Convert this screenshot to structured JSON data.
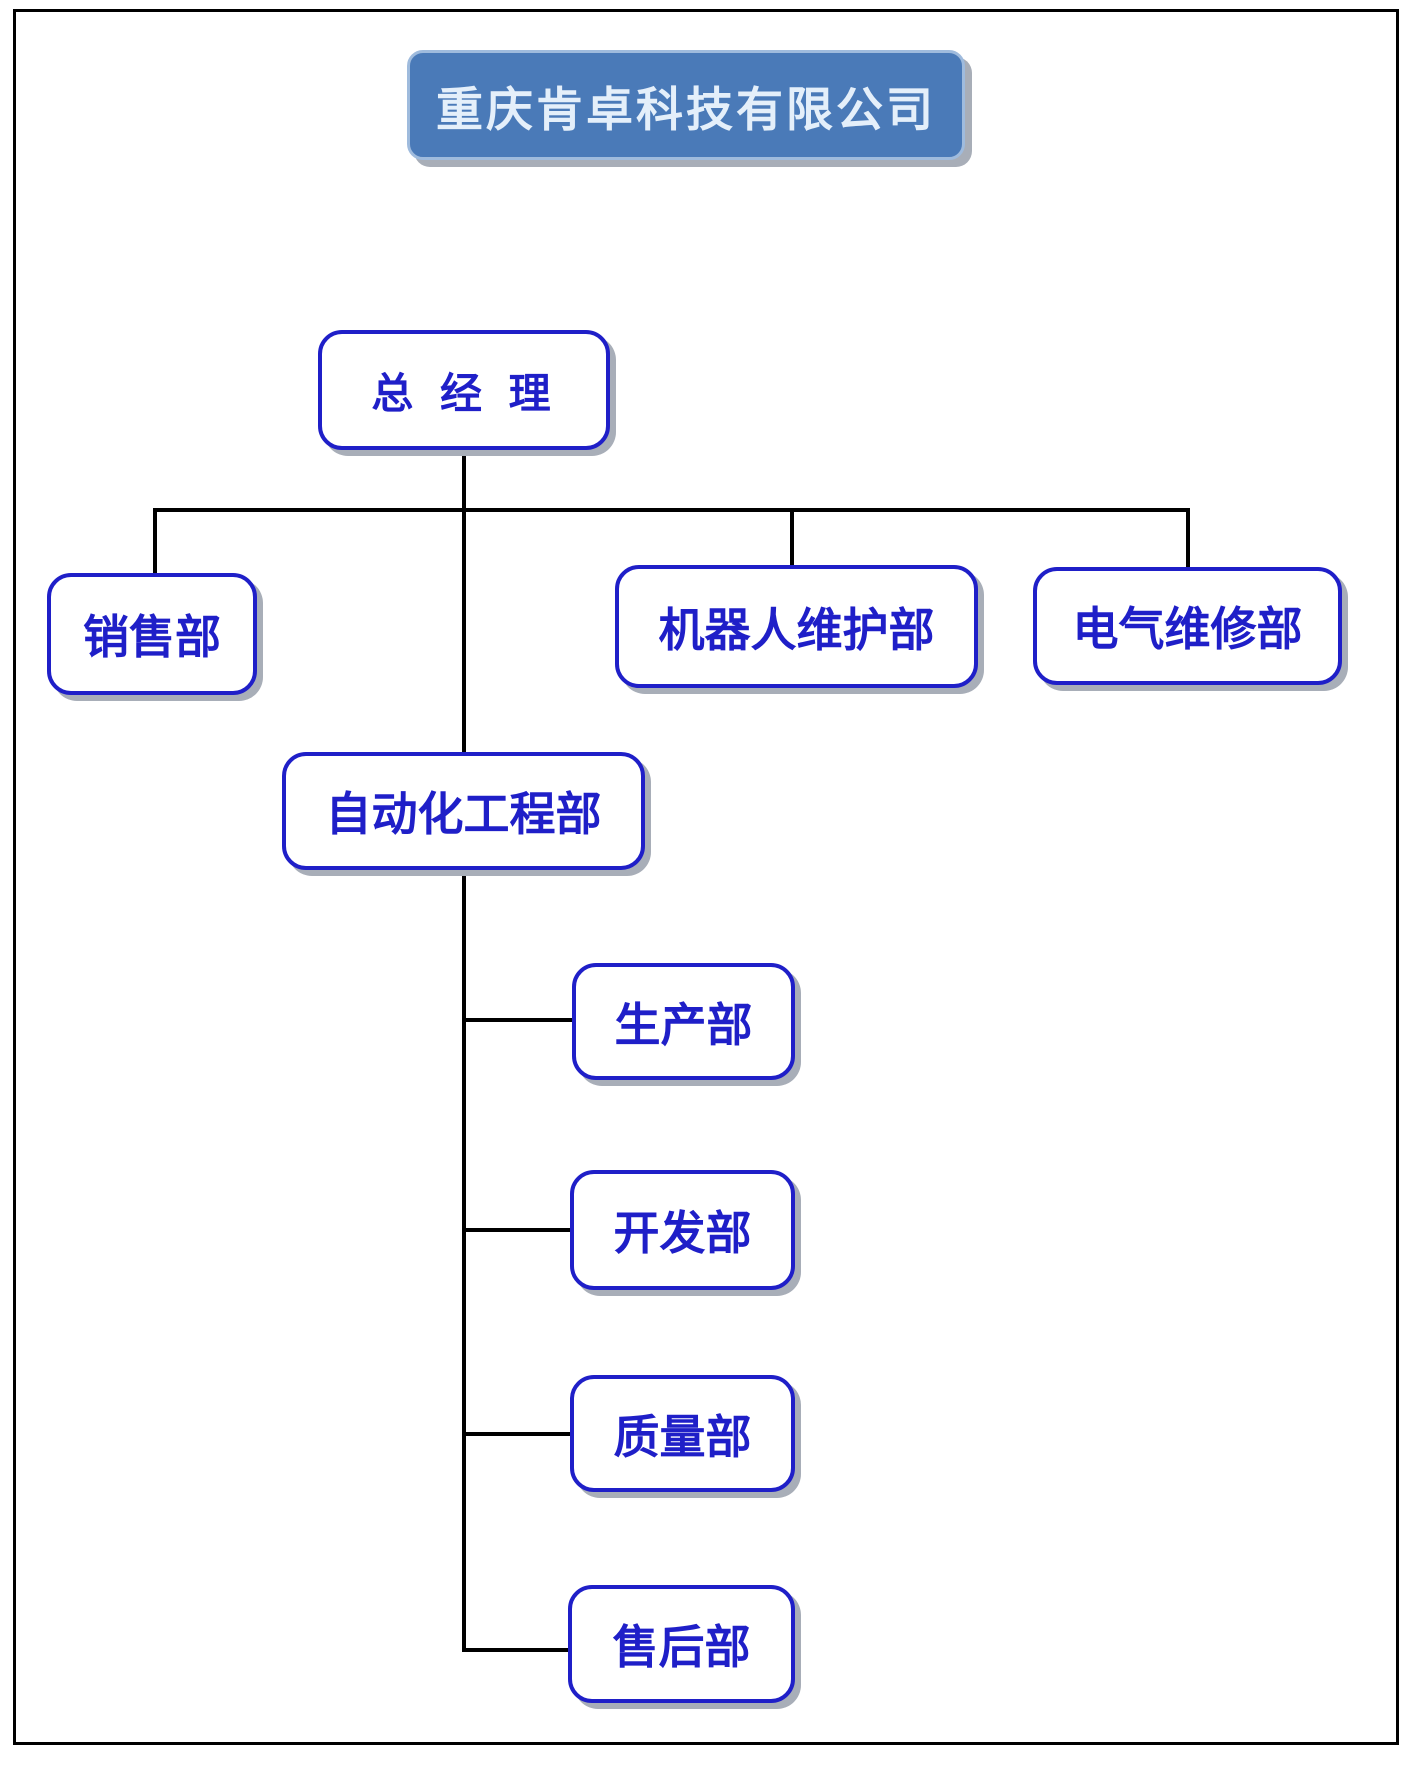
{
  "title": {
    "label": "重庆肯卓科技有限公司"
  },
  "nodes": {
    "general_manager": {
      "label": "总 经 理"
    },
    "sales": {
      "label": "销售部"
    },
    "robot_maintenance": {
      "label": "机器人维护部"
    },
    "electrical_repair": {
      "label": "电气维修部"
    },
    "automation_engineering": {
      "label": "自动化工程部"
    },
    "production": {
      "label": "生产部"
    },
    "development": {
      "label": "开发部"
    },
    "quality": {
      "label": "质量部"
    },
    "after_sales": {
      "label": "售后部"
    }
  },
  "hierarchy": {
    "root": "重庆肯卓科技有限公司",
    "tree": {
      "总 经 理": {
        "children_level1": [
          "销售部",
          "机器人维护部",
          "电气维修部",
          "自动化工程部"
        ],
        "自动化工程部_children": [
          "生产部",
          "开发部",
          "质量部",
          "售后部"
        ]
      }
    }
  },
  "colors": {
    "title_fill": "#4a7ab8",
    "title_border": "#9fbbdd",
    "title_text": "#e4effa",
    "node_blue": "#1f1fc8",
    "line_color": "#000000",
    "shadow_color": "#a8aeb8",
    "page_background": "#ffffff"
  }
}
